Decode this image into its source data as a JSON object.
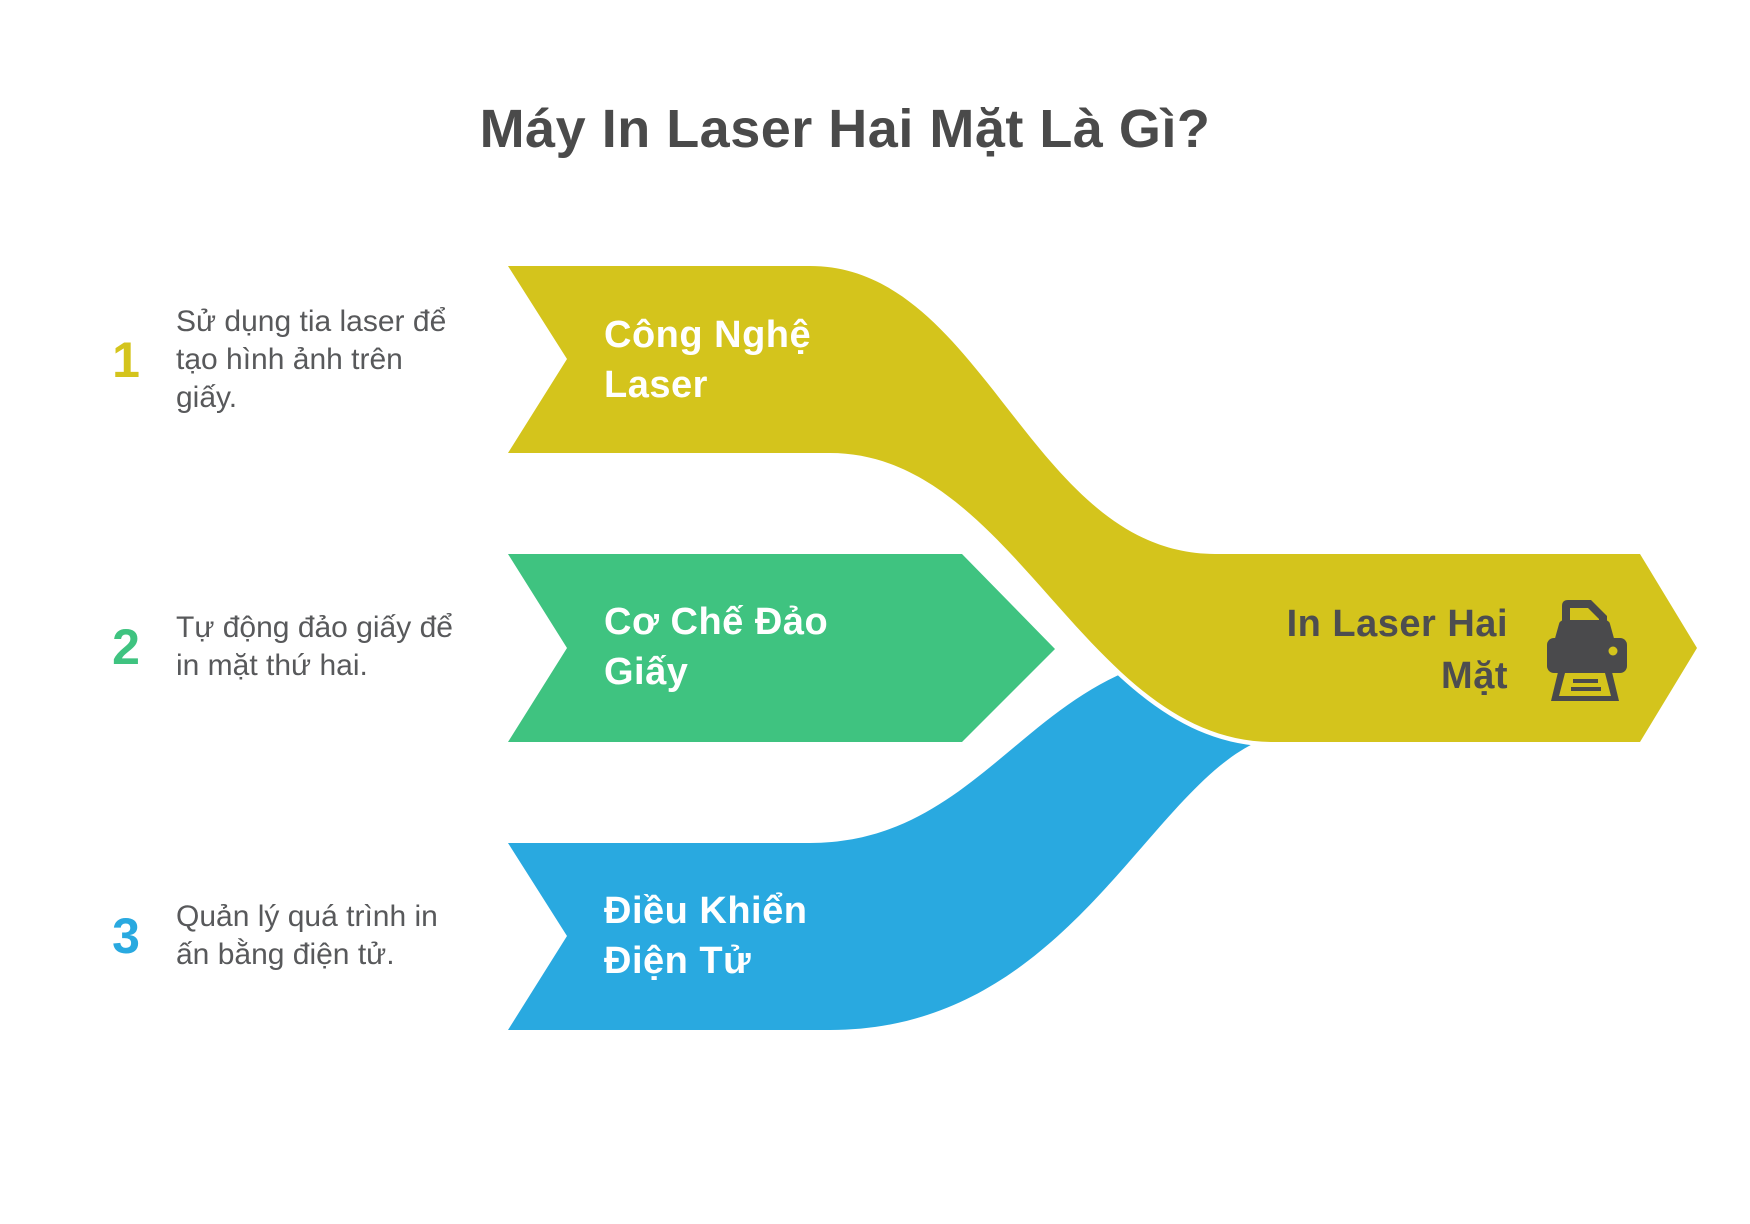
{
  "title": "Máy In Laser Hai Mặt Là Gì?",
  "steps": [
    {
      "number": "1",
      "color": "#d4c41c",
      "description_lines": [
        "Sử dụng tia laser để",
        "tạo hình ảnh trên",
        "giấy."
      ],
      "band_label_lines": [
        "Công Nghệ",
        "Laser"
      ]
    },
    {
      "number": "2",
      "color": "#3fc380",
      "description_lines": [
        "Tự động đảo giấy để",
        "in mặt thứ hai."
      ],
      "band_label_lines": [
        "Cơ Chế Đảo",
        "Giấy"
      ]
    },
    {
      "number": "3",
      "color": "#29a9e0",
      "description_lines": [
        "Quản lý quá trình in",
        "ấn bằng điện tử."
      ],
      "band_label_lines": [
        "Điều Khiển",
        "Điện Tử"
      ]
    }
  ],
  "result": {
    "label_lines": [
      "In Laser Hai",
      "Mặt"
    ],
    "icon": "printer-icon"
  },
  "colors": {
    "band_yellow": "#d4c41c",
    "band_green": "#3fc380",
    "band_blue": "#29a9e0",
    "separator_white": "#ffffff",
    "title_text": "#4a4a4a",
    "description_text": "#58595b",
    "result_text": "#4d4d50",
    "band_label_text": "#ffffff",
    "icon_dark": "#4a4a4c",
    "background": "#ffffff"
  }
}
